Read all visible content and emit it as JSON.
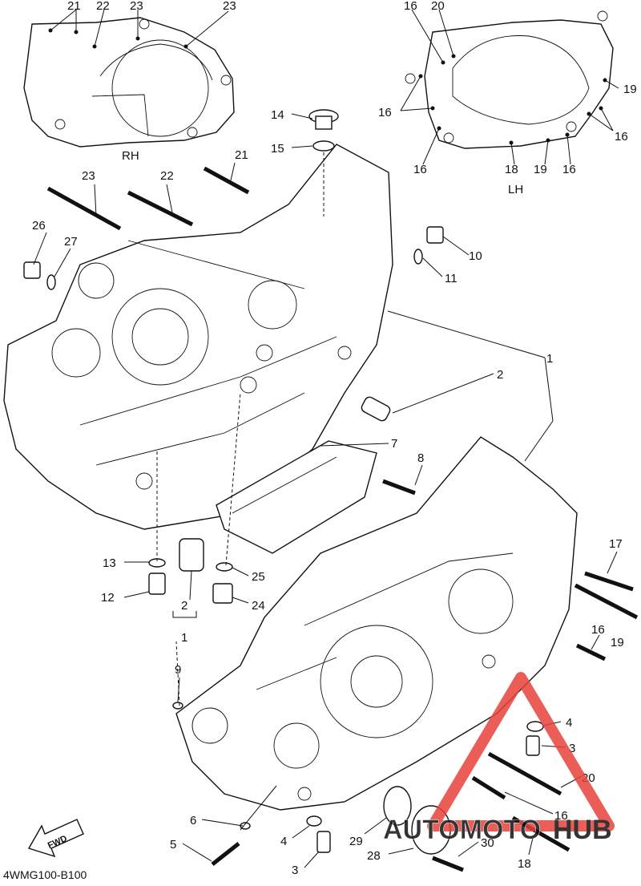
{
  "diagram": {
    "code": "4WMG100-B100",
    "views": {
      "rh": "RH",
      "lh": "LH"
    },
    "fwd_label": "FWD",
    "watermark": {
      "brand_a": "AUTOMOTO",
      "brand_b": "HUB",
      "accent": "#e8423a",
      "triangle": "#e8423a"
    },
    "callouts": {
      "c1a": "1",
      "c1b": "1",
      "c2a": "2",
      "c2b": "2",
      "c3a": "3",
      "c3b": "3",
      "c4a": "4",
      "c4b": "4",
      "c5": "5",
      "c6": "6",
      "c7": "7",
      "c8": "8",
      "c9": "9",
      "c10": "10",
      "c11": "11",
      "c12": "12",
      "c13": "13",
      "c14": "14",
      "c15": "15",
      "c16a": "16",
      "c16b": "16",
      "c16c": "16",
      "c16d": "16",
      "c16e": "16",
      "c16f": "16",
      "c16g": "16",
      "c17": "17",
      "c18a": "18",
      "c18b": "18",
      "c19a": "19",
      "c19b": "19",
      "c19c": "19",
      "c20a": "20",
      "c20b": "20",
      "c21a": "21",
      "c21b": "21",
      "c22a": "22",
      "c22b": "22",
      "c23a": "23",
      "c23b": "23",
      "c23c": "23",
      "c24": "24",
      "c25": "25",
      "c26": "26",
      "c27": "27",
      "c28": "28",
      "c29": "29",
      "c30": "30"
    }
  }
}
